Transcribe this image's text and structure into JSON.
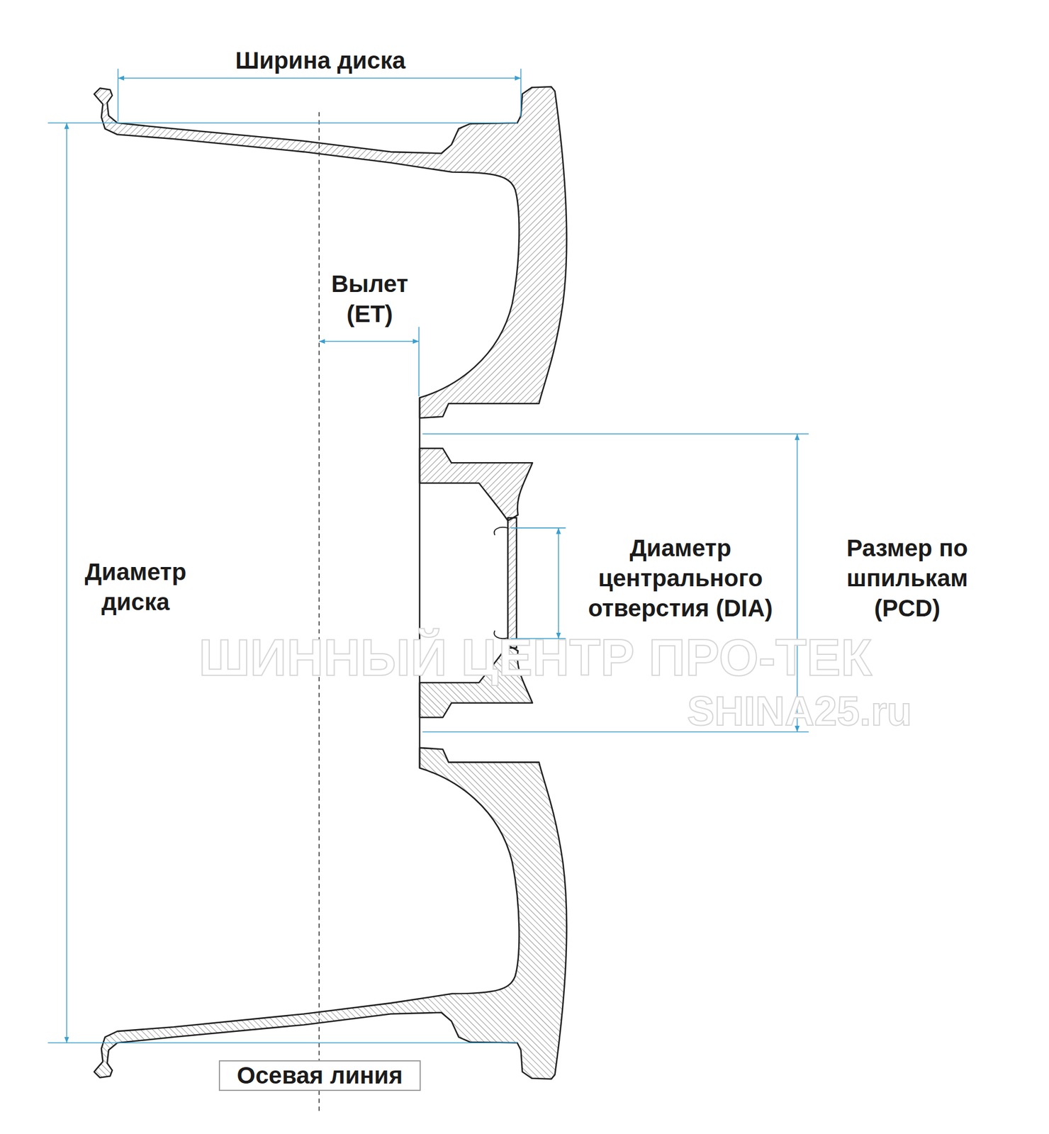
{
  "diagram": {
    "nodes": [
      {
        "text": [
          "Осевая линия"
        ]
      }
    ],
    "labels": [
      "Ширина диска",
      "Вылет (ET)",
      "Диаметр диска",
      "Диаметр центрального отверстия (DIA)",
      "Размер по шпилькам (PCD)",
      "ШИННЫЙ ЦЕНТР ПРО-ТЕК",
      "SHINA25.ru"
    ]
  }
}
